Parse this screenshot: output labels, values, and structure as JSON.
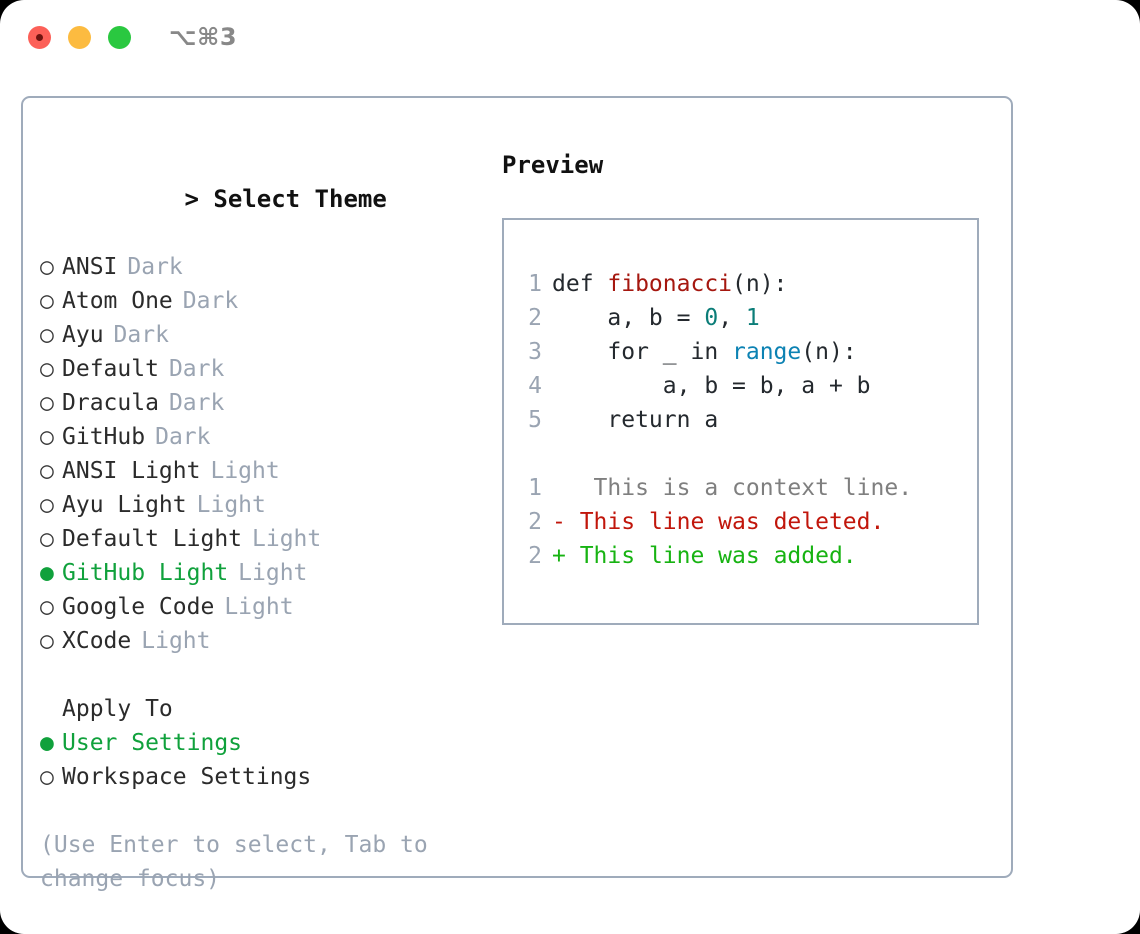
{
  "titlebar": {
    "shortcut": "⌥⌘3",
    "buttons": [
      {
        "name": "close",
        "color": "#fc6058"
      },
      {
        "name": "minimize",
        "color": "#fcbb40"
      },
      {
        "name": "maximize",
        "color": "#2ac840"
      }
    ]
  },
  "accent": {
    "selected_green": "#10a13c",
    "muted_gray": "#9aa4b2",
    "border": "#9fabbb"
  },
  "theme_panel": {
    "prompt": ">",
    "header": "Select Theme",
    "bullet_off": "○",
    "bullet_on": "●",
    "items": [
      {
        "label": "ANSI",
        "tag": "Dark",
        "selected": false
      },
      {
        "label": "Atom One",
        "tag": "Dark",
        "selected": false
      },
      {
        "label": "Ayu",
        "tag": "Dark",
        "selected": false
      },
      {
        "label": "Default",
        "tag": "Dark",
        "selected": false
      },
      {
        "label": "Dracula",
        "tag": "Dark",
        "selected": false
      },
      {
        "label": "GitHub",
        "tag": "Dark",
        "selected": false
      },
      {
        "label": "ANSI Light",
        "tag": "Light",
        "selected": false
      },
      {
        "label": "Ayu Light",
        "tag": "Light",
        "selected": false
      },
      {
        "label": "Default Light",
        "tag": "Light",
        "selected": false
      },
      {
        "label": "GitHub Light",
        "tag": "Light",
        "selected": true
      },
      {
        "label": "Google Code",
        "tag": "Light",
        "selected": false
      },
      {
        "label": "XCode",
        "tag": "Light",
        "selected": false
      }
    ]
  },
  "apply_to": {
    "header": "Apply To",
    "items": [
      {
        "label": "User Settings",
        "selected": true
      },
      {
        "label": "Workspace Settings",
        "selected": false
      }
    ]
  },
  "hint": "(Use Enter to select, Tab to change focus)",
  "preview": {
    "title": "Preview",
    "code_lines": [
      {
        "no": "1",
        "tokens": [
          {
            "t": "def ",
            "c": "plain"
          },
          {
            "t": "fibonacci",
            "c": "func"
          },
          {
            "t": "(n):",
            "c": "plain"
          }
        ]
      },
      {
        "no": "2",
        "tokens": [
          {
            "t": "    a, b = ",
            "c": "plain"
          },
          {
            "t": "0",
            "c": "num"
          },
          {
            "t": ", ",
            "c": "plain"
          },
          {
            "t": "1",
            "c": "num"
          }
        ]
      },
      {
        "no": "3",
        "tokens": [
          {
            "t": "    for _ in ",
            "c": "plain"
          },
          {
            "t": "range",
            "c": "builtin"
          },
          {
            "t": "(n):",
            "c": "plain"
          }
        ]
      },
      {
        "no": "4",
        "tokens": [
          {
            "t": "        a, b = b, a + b",
            "c": "plain"
          }
        ]
      },
      {
        "no": "5",
        "tokens": [
          {
            "t": "    return a",
            "c": "plain"
          }
        ]
      }
    ],
    "diff_lines": [
      {
        "no": "1",
        "marker": " ",
        "text": "  This is a context line.",
        "kind": "ctx"
      },
      {
        "no": "2",
        "marker": "-",
        "text": " This line was deleted.",
        "kind": "del"
      },
      {
        "no": "2",
        "marker": "+",
        "text": " This line was added.",
        "kind": "add"
      }
    ]
  }
}
